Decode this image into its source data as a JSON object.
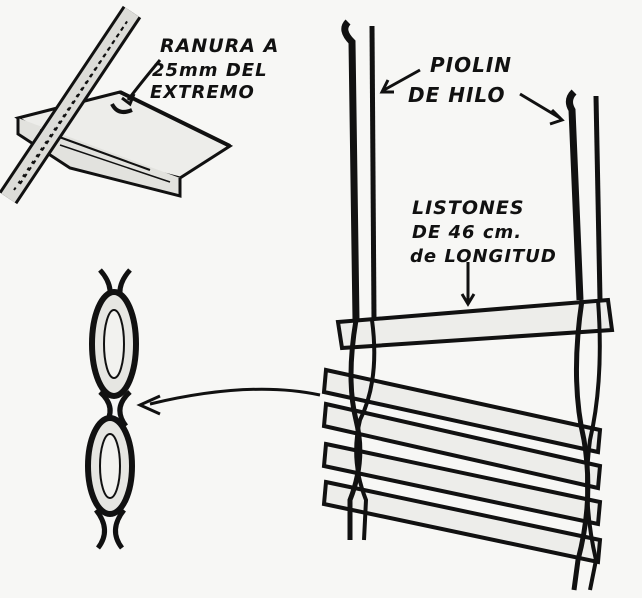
{
  "labels": {
    "ranura": [
      "RANURA A",
      "25mm DEL",
      "EXTREMO"
    ],
    "piolin": [
      "PIOLIN",
      "DE HILO"
    ],
    "listones": [
      "LISTONES",
      "DE 46 cm.",
      "de LONGITUD"
    ]
  },
  "colors": {
    "ink": "#111111",
    "paper": "#f7f7f5",
    "wood": "#ededea"
  }
}
